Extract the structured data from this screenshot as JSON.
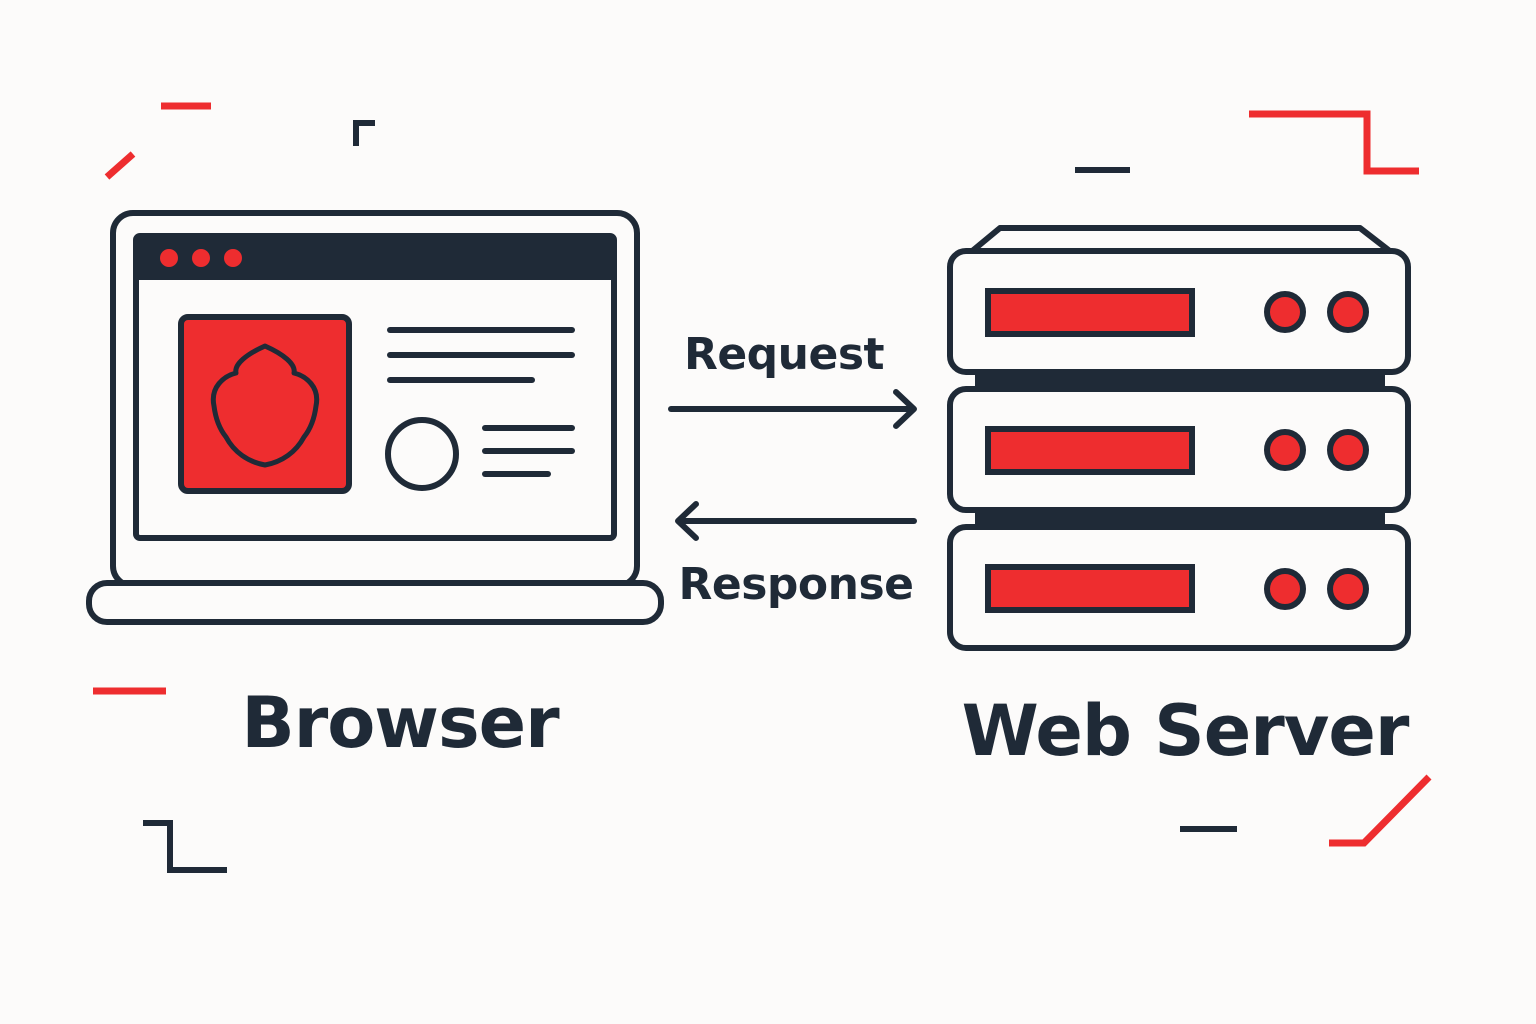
{
  "colors": {
    "background": "#fcfbfa",
    "ink": "#1f2a37",
    "accent": "#ee2d2f"
  },
  "browser": {
    "label": "Browser",
    "icon": "laptop-icon",
    "window_icon": "browser-window-icon",
    "image_icon": "flower-icon",
    "avatar_icon": "circle-avatar-icon"
  },
  "server": {
    "label": "Web Server",
    "icon": "server-rack-icon",
    "units": 3
  },
  "request": {
    "label": "Request",
    "icon": "arrow-right-icon"
  },
  "response": {
    "label": "Response",
    "icon": "arrow-left-icon"
  }
}
